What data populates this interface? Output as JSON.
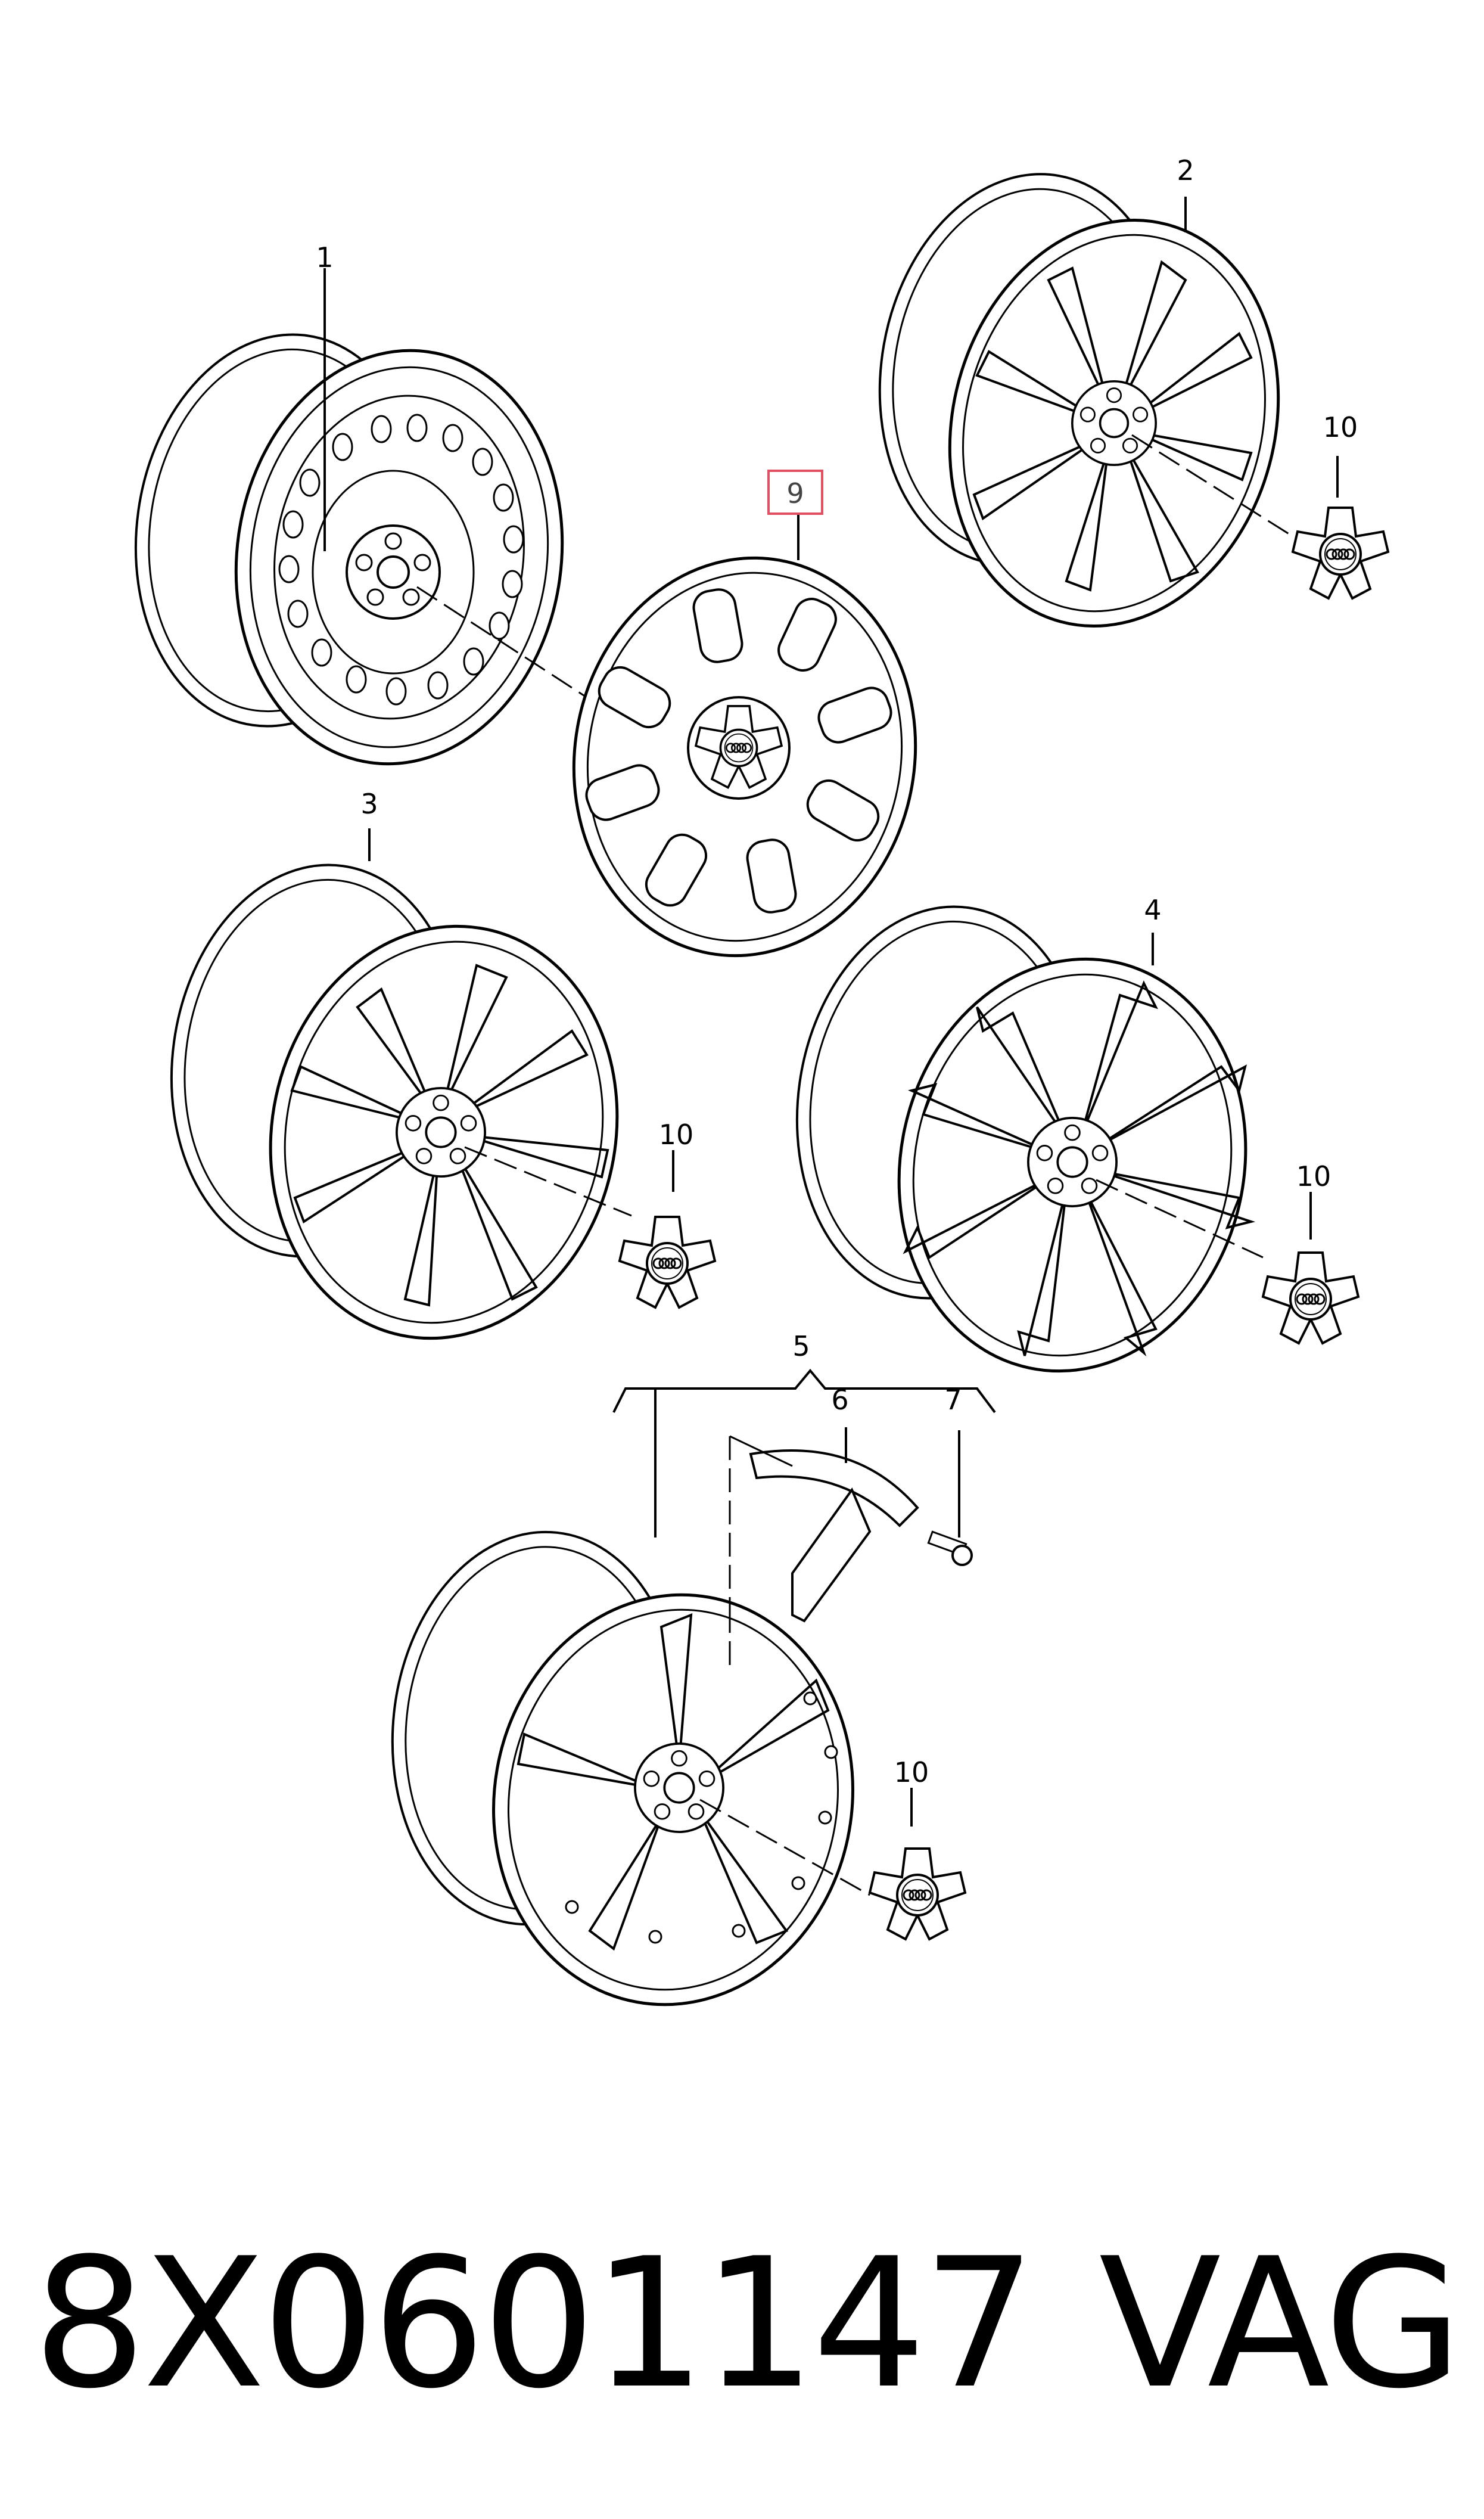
{
  "callouts": {
    "c1": "1",
    "c2": "2",
    "c3": "3",
    "c4": "4",
    "c5": "5",
    "c6": "6",
    "c7": "7",
    "c9": "9",
    "c10": "10"
  },
  "highlight_color": "#e05060",
  "footer": {
    "part_number": "8X0601147",
    "brand": "VAG"
  }
}
